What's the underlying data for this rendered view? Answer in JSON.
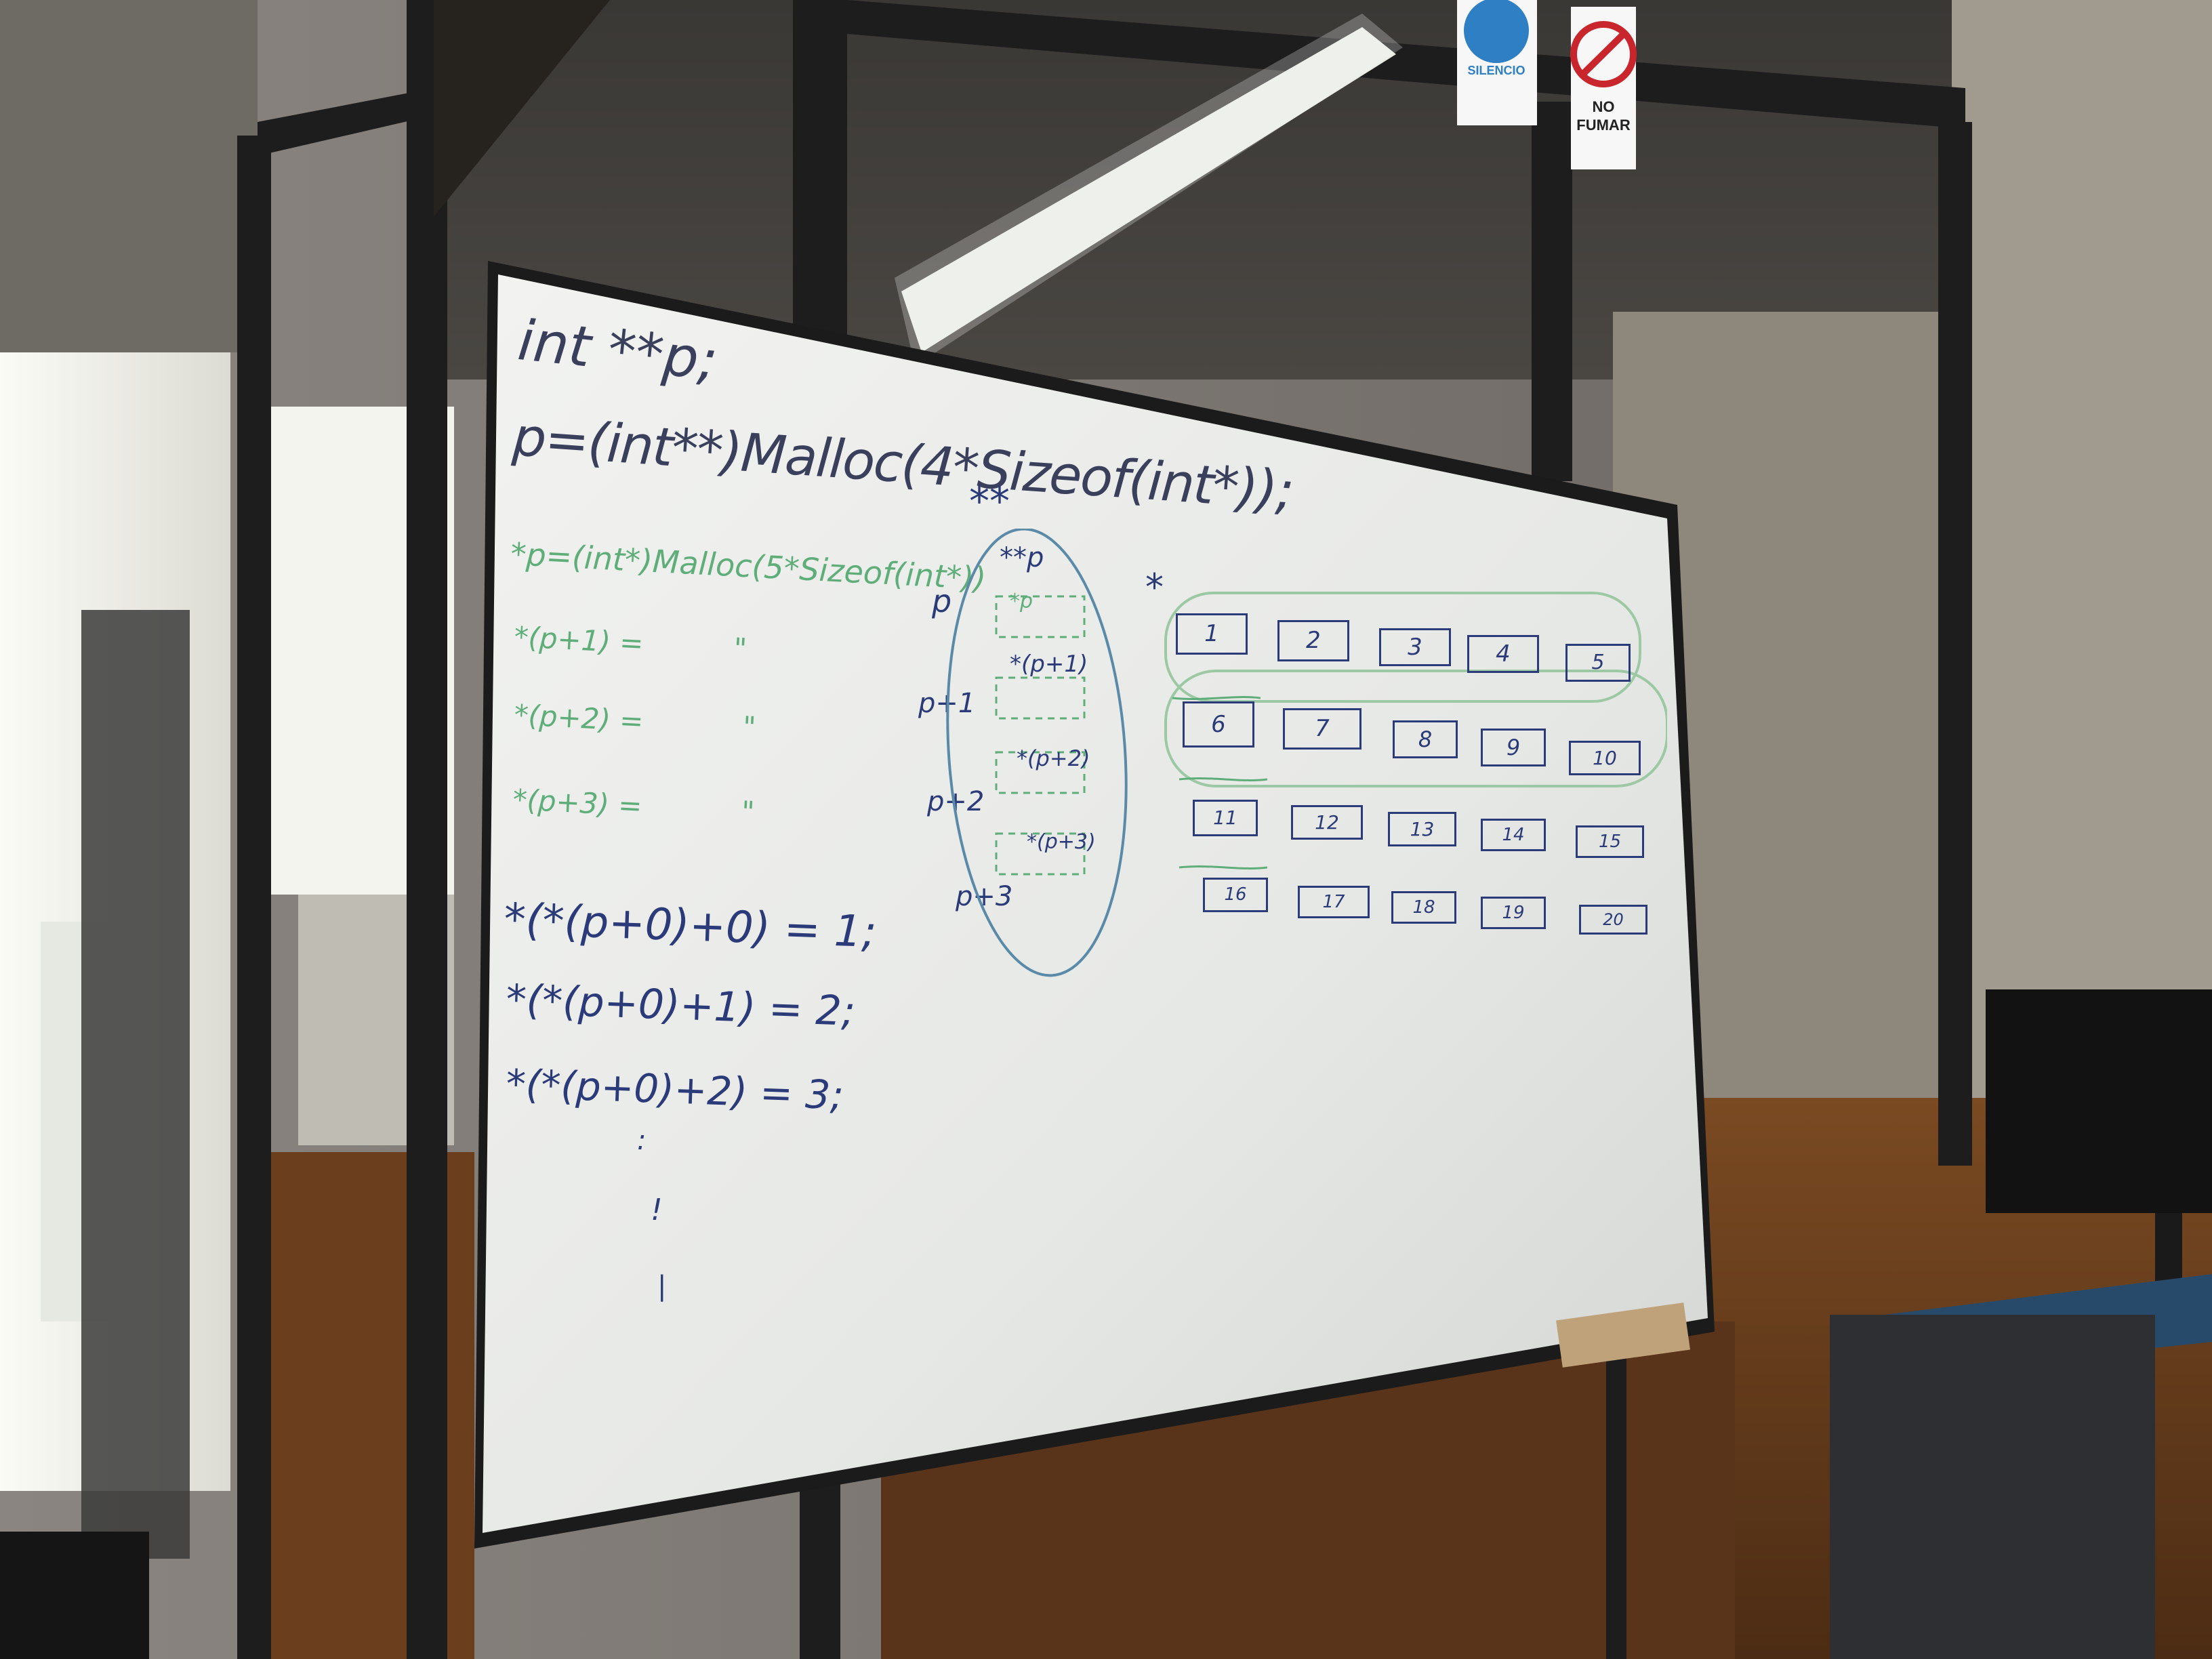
{
  "signs": {
    "silence": {
      "label": "SILENCIO",
      "color": "#2f7fc4"
    },
    "no_smoking": {
      "line1": "NO",
      "line2": "FUMAR",
      "color": "#c8262c"
    }
  },
  "whiteboard": {
    "code_lines": [
      "int **p;",
      "p=(int**)Malloc(4*Sizeof(int*));",
      "**"
    ],
    "green_lines": [
      "*p=(int*)Malloc(5*Sizeof(int*))",
      "*(p+1) =          \"",
      "*(p+2) =           \"",
      "*(p+3) =           \""
    ],
    "access_lines": [
      "*(*(p+0)+0) = 1;",
      "*(*(p+0)+1) = 2;",
      "*(*(p+0)+2) = 3;"
    ],
    "dots": [
      ":",
      "!",
      "|"
    ],
    "pointer_labels": [
      "p",
      "p+1",
      "p+2",
      "p+3"
    ],
    "oval_top": "**p",
    "oval_cells": [
      "*p",
      "*(p+1)",
      "*(p+2)",
      "*(p+3)"
    ],
    "star_label": "*",
    "grid_rows": [
      [
        "1",
        "2",
        "3",
        "4",
        "5"
      ],
      [
        "6",
        "7",
        "8",
        "9",
        "10"
      ],
      [
        "11",
        "12",
        "13",
        "14",
        "15"
      ],
      [
        "16",
        "17",
        "18",
        "19",
        "20"
      ]
    ]
  },
  "colors": {
    "marker_blue": "#2b3a78",
    "marker_dark": "#3a3f5c",
    "marker_green": "#5fae7a",
    "board": "#eef0ee",
    "frame": "#1c1b1c"
  }
}
